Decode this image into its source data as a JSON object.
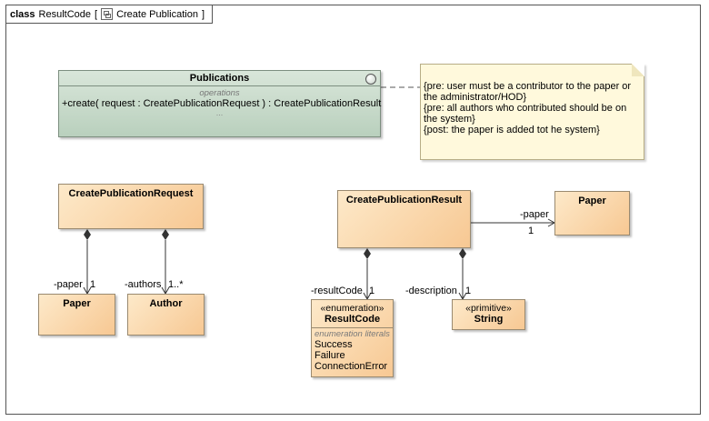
{
  "frame": {
    "keyword": "class",
    "name": "ResultCode",
    "open_bracket": "[",
    "diagram_name": "Create Publication",
    "close_bracket": "]"
  },
  "interface": {
    "name": "Publications",
    "section": "operations",
    "operation": "+create( request : CreatePublicationRequest ) : CreatePublicationResult",
    "more": "..."
  },
  "note": {
    "lines": [
      "{pre: user must be a contributor to the paper or",
      "the administrator/HOD}",
      "{pre: all authors who contributed should be on",
      "the system}",
      "{post: the paper is added tot he system}"
    ]
  },
  "classes": {
    "request": {
      "name": "CreatePublicationRequest"
    },
    "paper_left": {
      "name": "Paper"
    },
    "author": {
      "name": "Author"
    },
    "result": {
      "name": "CreatePublicationResult"
    },
    "paper_right": {
      "name": "Paper"
    },
    "result_code": {
      "stereotype": "«enumeration»",
      "name": "ResultCode",
      "section": "enumeration literals",
      "literals": [
        "Success",
        "Failure",
        "ConnectionError"
      ]
    },
    "string": {
      "stereotype": "«primitive»",
      "name": "String"
    }
  },
  "associations": {
    "req_paper": {
      "role": "-paper",
      "mult": "1"
    },
    "req_authors": {
      "role": "-authors",
      "mult": "1..*"
    },
    "res_paper": {
      "role": "-paper",
      "mult": "1"
    },
    "res_code": {
      "role": "-resultCode",
      "mult": "1"
    },
    "res_desc": {
      "role": "-description",
      "mult": "1"
    }
  },
  "colors": {
    "class_fill_light": "#fde9c9",
    "class_fill_dark": "#f7c893",
    "interface_fill": "#c6d9c9",
    "note_fill": "#fff9dc"
  }
}
